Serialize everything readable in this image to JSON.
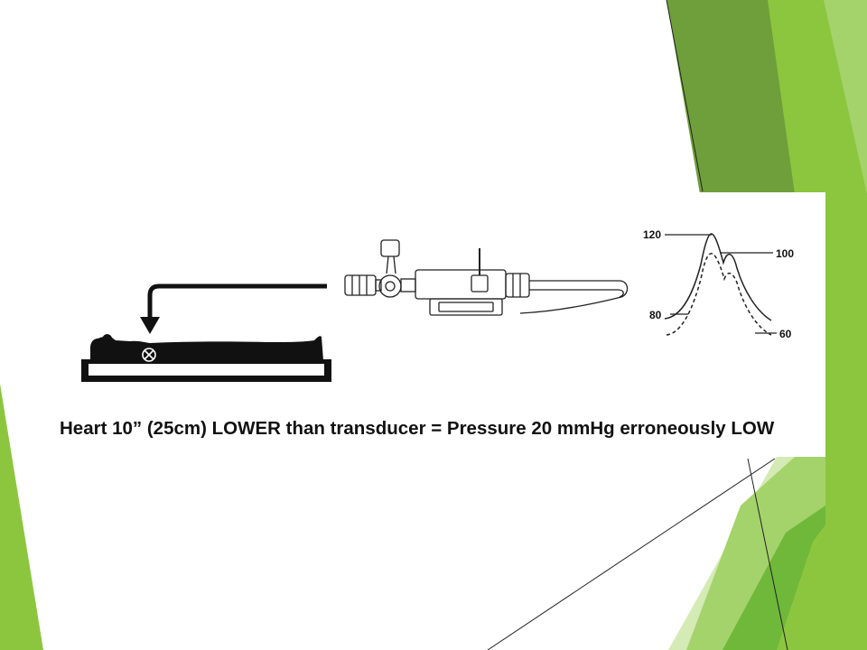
{
  "slide": {
    "theme_colors": {
      "dark_green": "#6f9f3a",
      "green": "#8cc63f",
      "light_green": "#a5d36b",
      "pale_green": "#d4ebb5",
      "line": "#222222"
    }
  },
  "figure": {
    "caption": "Heart 10” (25cm) LOWER than transducer = Pressure 20 mmHg erroneously LOW",
    "waveform_labels": {
      "upper_peak": "120",
      "lower_peak": "100",
      "upper_trough": "80",
      "lower_trough": "60"
    },
    "icons": [
      "patient-silhouette",
      "heart-level-marker-icon",
      "arrow-down-icon",
      "transducer-stopcock"
    ]
  }
}
